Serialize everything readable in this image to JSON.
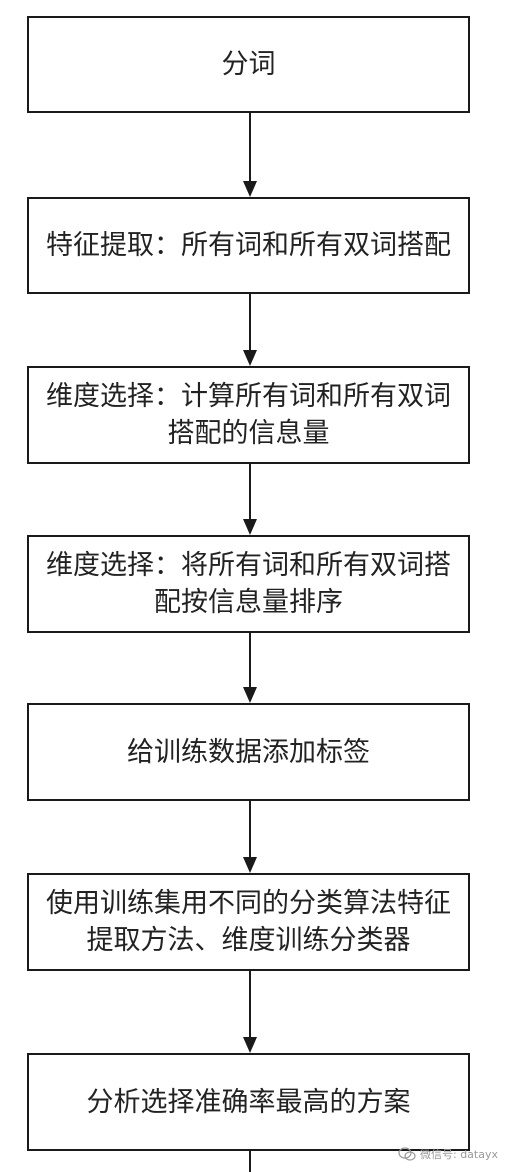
{
  "steps": [
    {
      "label": "分词"
    },
    {
      "label": "特征提取：所有词和所有双词搭配"
    },
    {
      "label": "维度选择：计算所有词和所有双词搭配的信息量"
    },
    {
      "label": "维度选择：将所有词和所有双词搭配按信息量排序"
    },
    {
      "label": "给训练数据添加标签"
    },
    {
      "label": "使用训练集用不同的分类算法特征提取方法、维度训练分类器"
    },
    {
      "label": "分析选择准确率最高的方案"
    }
  ],
  "watermark": {
    "text": "微信号: datayx",
    "icon": "wechat-icon"
  },
  "colors": {
    "stroke": "#1a1a1a",
    "text": "#222222",
    "watermark": "#9a9a9a"
  }
}
